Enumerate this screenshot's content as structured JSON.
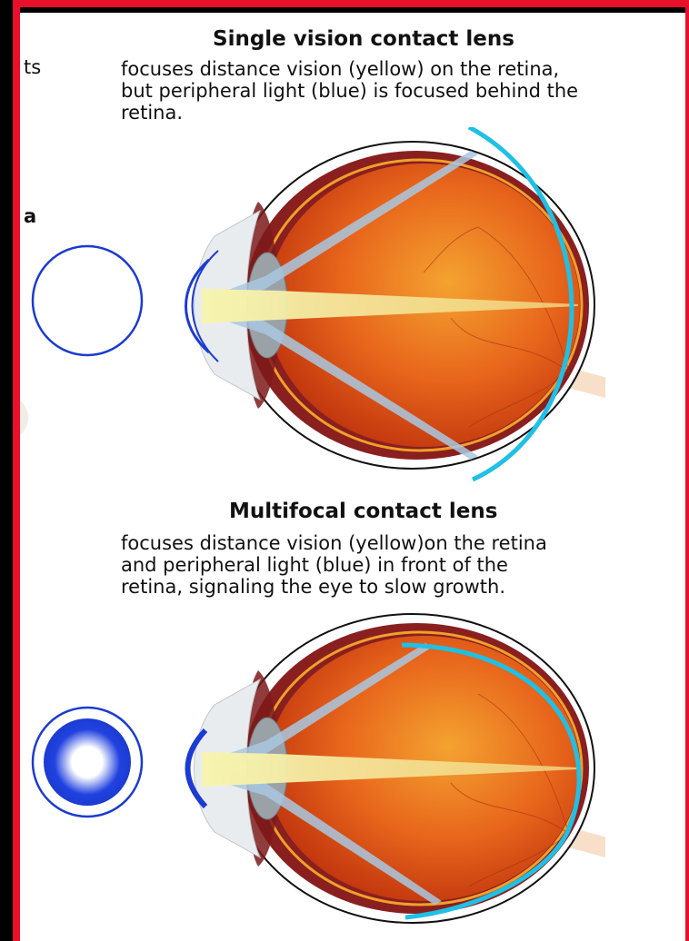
{
  "fragments": {
    "top_left": "ts",
    "mid_left": "a"
  },
  "single": {
    "title": "Single vision contact lens",
    "description": "focuses distance vision (yellow) on the retina,\nbut peripheral light (blue) is focused behind the\nretina."
  },
  "multifocal": {
    "title": "Multifocal contact lens",
    "description": "focuses distance vision (yellow)on the retina\nand peripheral light (blue) in front of the\nretina, signaling the eye to slow growth."
  },
  "colors": {
    "frame_red": "#e8102a",
    "frame_black": "#000000",
    "focus_line_blue": "#1fc0e6",
    "lens_blue": "#1b3bd1",
    "central_beam_yellow": "#f4f2a8",
    "peripheral_beam_blue": "#a9c8e0",
    "eye_orange": "#e8601a"
  },
  "icons": [
    "single-vision-lens-icon",
    "multifocal-lens-icon",
    "eye-icon"
  ]
}
